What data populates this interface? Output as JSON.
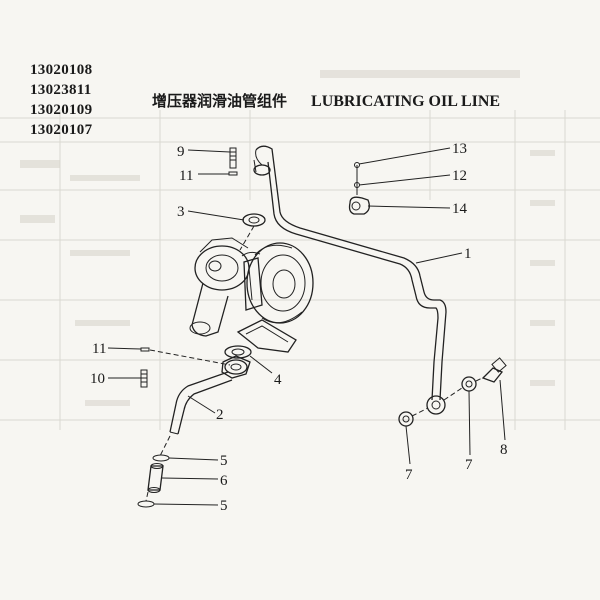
{
  "part_numbers": [
    "13020108",
    "13023811",
    "13020109",
    "13020107"
  ],
  "title": {
    "zh": "增压器润滑油管组件",
    "en": "LUBRICATING OIL LINE"
  },
  "callouts": [
    "9",
    "11",
    "3",
    "13",
    "12",
    "14",
    "1",
    "11",
    "10",
    "2",
    "4",
    "5",
    "6",
    "5",
    "7",
    "7",
    "8"
  ]
}
